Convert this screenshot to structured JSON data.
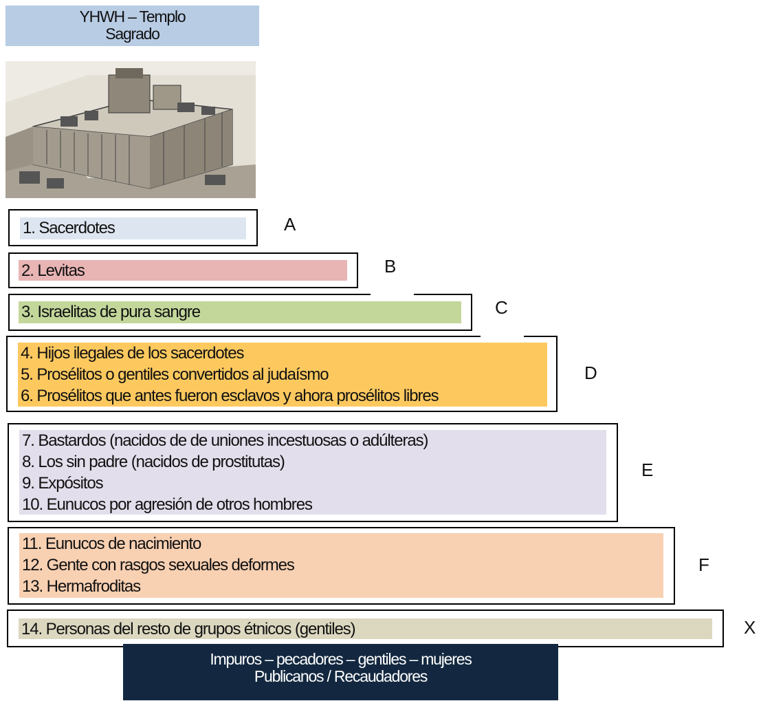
{
  "header": {
    "line1": "YHWH – Templo",
    "line2": "Sagrado"
  },
  "image": {
    "description": "temple-illustration"
  },
  "tiers": [
    {
      "letter": "A",
      "color": "#dde6f0",
      "items": [
        "1.  Sacerdotes"
      ]
    },
    {
      "letter": "B",
      "color": "#e8b4b4",
      "items": [
        "2. Levitas"
      ]
    },
    {
      "letter": "C",
      "color": "#c3d79b",
      "items": [
        "3. Israelitas de pura sangre"
      ]
    },
    {
      "letter": "D",
      "color": "#fdc95f",
      "items": [
        "4. Hijos ilegales de los sacerdotes",
        "5. Prosélitos o gentiles convertidos al judaísmo",
        "6. Prosélitos que antes fueron esclavos y ahora prosélitos libres"
      ]
    },
    {
      "letter": "E",
      "color": "#e2deeb",
      "items": [
        "7. Bastardos (nacidos de de uniones incestuosas o adúlteras)",
        "8. Los sin padre (nacidos de prostitutas)",
        "9. Expósitos",
        "10. Eunucos por agresión de otros hombres"
      ]
    },
    {
      "letter": "F",
      "color": "#f8d0b2",
      "items": [
        "11. Eunucos de nacimiento",
        "12. Gente con rasgos sexuales deformes",
        "13. Hermafroditas"
      ]
    },
    {
      "letter": "X",
      "color": "#dcd8c0",
      "items": [
        "14. Personas del resto de grupos étnicos (gentiles)"
      ]
    }
  ],
  "footer": {
    "line1": "Impuros – pecadores – gentiles – mujeres",
    "line2": "Publicanos / Recaudadores"
  }
}
